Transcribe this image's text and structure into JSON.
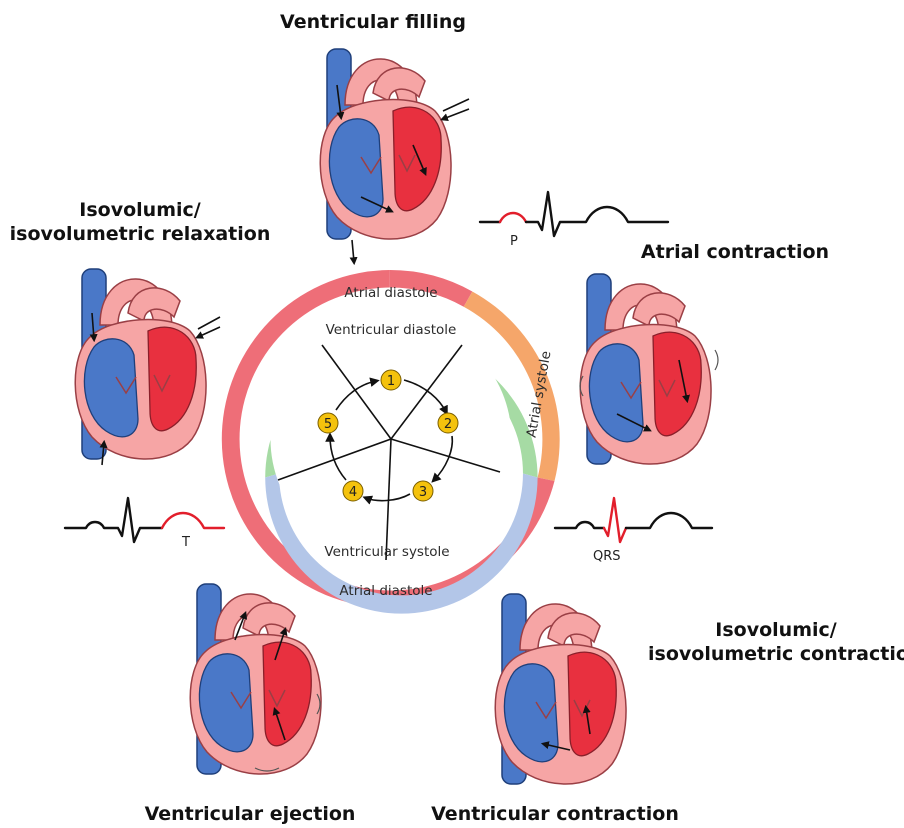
{
  "stages": {
    "ventricular_filling": "Ventricular filling",
    "atrial_contraction": "Atrial contraction",
    "isovolumic_contraction_l1": "Isovolumic/",
    "isovolumic_contraction_l2": "isovolumetric contraction",
    "ventricular_contraction": "Ventricular contraction",
    "ventricular_ejection": "Ventricular ejection",
    "isovolumic_relaxation_l1": "Isovolumic/",
    "isovolumic_relaxation_l2": "isovolumetric relaxation"
  },
  "ring": {
    "outer_top": "Atrial diastole",
    "outer_bottom": "Atrial diastole",
    "outer_right": "Atrial systole",
    "inner_top": "Ventricular diastole",
    "inner_bottom": "Ventricular systole"
  },
  "steps": [
    "1",
    "2",
    "3",
    "4",
    "5"
  ],
  "ecg": {
    "p": "P",
    "qrs": "QRS",
    "t": "T"
  },
  "colors": {
    "atrial_diastole": "#ee6e78",
    "atrial_systole": "#f5a66a",
    "ventricular_diastole": "#a6dba4",
    "ventricular_systole": "#b3c6e8",
    "step_marker": "#f4c20d",
    "oxygenated": "#e8303f",
    "deoxygenated": "#4a78c8",
    "tissue": "#f6a5a5"
  }
}
